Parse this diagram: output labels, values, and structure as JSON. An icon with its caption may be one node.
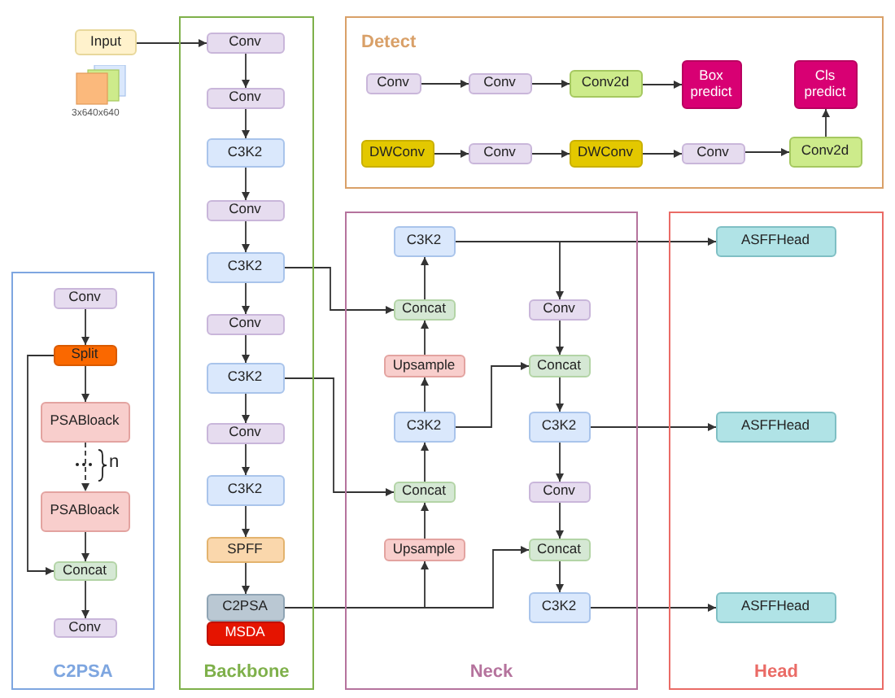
{
  "diagram": {
    "nodes": [
      {
        "text": [
          "Input"
        ]
      },
      {
        "text": [
          "Detect"
        ]
      },
      {
        "text": [
          "Conv"
        ],
        "in": 1
      },
      {
        "text": [
          "Conv"
        ],
        "in": 1
      },
      {
        "text": [
          "Conv2d"
        ],
        "in": 1
      },
      {
        "text": [
          "Box predict"
        ],
        "in": 1
      },
      {
        "text": [
          "Cls predict"
        ],
        "in": 1
      },
      {
        "text": [
          "DWConv"
        ],
        "in": 1
      },
      {
        "text": [
          "Conv"
        ],
        "in": 1
      },
      {
        "text": [
          "DWConv"
        ],
        "in": 1
      },
      {
        "text": [
          "Conv"
        ],
        "in": 1
      },
      {
        "text": [
          "Conv2d"
        ],
        "in": 1
      },
      {
        "text": [
          "Backbone"
        ]
      },
      {
        "text": [
          "Conv"
        ],
        "in": 12
      },
      {
        "text": [
          "Conv"
        ],
        "in": 12
      },
      {
        "text": [
          "C3K2"
        ],
        "in": 12
      },
      {
        "text": [
          "Conv"
        ],
        "in": 12
      },
      {
        "text": [
          "C3K2"
        ],
        "in": 12
      },
      {
        "text": [
          "Conv"
        ],
        "in": 12
      },
      {
        "text": [
          "C3K2"
        ],
        "in": 12
      },
      {
        "text": [
          "Conv"
        ],
        "in": 12
      },
      {
        "text": [
          "C3K2"
        ],
        "in": 12
      },
      {
        "text": [
          "SPFF"
        ],
        "in": 12
      },
      {
        "text": [
          "C2PSA"
        ],
        "in": 12
      },
      {
        "text": [
          "MSDA"
        ],
        "in": 12
      },
      {
        "text": [
          "C2PSA"
        ]
      },
      {
        "text": [
          "Conv"
        ],
        "in": 25
      },
      {
        "text": [
          "Split"
        ],
        "in": 25
      },
      {
        "text": [
          "PSABloack"
        ],
        "in": 25
      },
      {
        "text": [
          "PSABloack"
        ],
        "in": 25
      },
      {
        "text": [
          "Concat"
        ],
        "in": 25
      },
      {
        "text": [
          "Conv"
        ],
        "in": 25
      },
      {
        "text": [
          "Neck"
        ]
      },
      {
        "text": [
          "C3K2"
        ],
        "in": 32
      },
      {
        "text": [
          "Concat"
        ],
        "in": 32
      },
      {
        "text": [
          "Conv"
        ],
        "in": 32
      },
      {
        "text": [
          "Upsample"
        ],
        "in": 32
      },
      {
        "text": [
          "Concat"
        ],
        "in": 32
      },
      {
        "text": [
          "C3K2"
        ],
        "in": 32
      },
      {
        "text": [
          "C3K2"
        ],
        "in": 32
      },
      {
        "text": [
          "Concat"
        ],
        "in": 32
      },
      {
        "text": [
          "Conv"
        ],
        "in": 32
      },
      {
        "text": [
          "Upsample"
        ],
        "in": 32
      },
      {
        "text": [
          "Concat"
        ],
        "in": 32
      },
      {
        "text": [
          "C3K2"
        ],
        "in": 32
      },
      {
        "text": [
          "Head"
        ]
      },
      {
        "text": [
          "ASFFHead"
        ],
        "in": 45
      },
      {
        "text": [
          "ASFFHead"
        ],
        "in": 45
      },
      {
        "text": [
          "ASFFHead"
        ],
        "in": 45
      }
    ],
    "edges": [
      {
        "from": 0,
        "to": 13,
        "arrow": "to"
      },
      {
        "from": 13,
        "to": 14,
        "arrow": "to"
      },
      {
        "from": 14,
        "to": 15,
        "arrow": "to"
      },
      {
        "from": 15,
        "to": 16,
        "arrow": "to"
      },
      {
        "from": 16,
        "to": 17,
        "arrow": "to"
      },
      {
        "from": 17,
        "to": 18,
        "arrow": "to"
      },
      {
        "from": 18,
        "to": 19,
        "arrow": "to"
      },
      {
        "from": 19,
        "to": 20,
        "arrow": "to"
      },
      {
        "from": 20,
        "to": 21,
        "arrow": "to"
      },
      {
        "from": 21,
        "to": 22,
        "arrow": "to"
      },
      {
        "from": 22,
        "to": 23,
        "arrow": "to"
      },
      {
        "from": 17,
        "to": 34,
        "arrow": "to"
      },
      {
        "from": 19,
        "to": 40,
        "arrow": "to"
      },
      {
        "from": 23,
        "to": 42,
        "arrow": "to"
      },
      {
        "from": 23,
        "to": 43,
        "arrow": "to"
      },
      {
        "from": 42,
        "to": 40,
        "arrow": "to"
      },
      {
        "from": 40,
        "to": 38,
        "arrow": "to"
      },
      {
        "from": 38,
        "to": 36,
        "arrow": "to"
      },
      {
        "from": 36,
        "to": 34,
        "arrow": "to"
      },
      {
        "from": 34,
        "to": 33,
        "arrow": "to"
      },
      {
        "from": 33,
        "to": 46,
        "arrow": "to"
      },
      {
        "from": 33,
        "to": 35,
        "arrow": "to"
      },
      {
        "from": 35,
        "to": 37,
        "arrow": "to"
      },
      {
        "from": 38,
        "to": 37,
        "arrow": "to"
      },
      {
        "from": 37,
        "to": 39,
        "arrow": "to"
      },
      {
        "from": 39,
        "to": 47,
        "arrow": "to"
      },
      {
        "from": 39,
        "to": 41,
        "arrow": "to"
      },
      {
        "from": 41,
        "to": 43,
        "arrow": "to"
      },
      {
        "from": 43,
        "to": 44,
        "arrow": "to"
      },
      {
        "from": 44,
        "to": 48,
        "arrow": "to"
      },
      {
        "from": 2,
        "to": 3,
        "arrow": "to"
      },
      {
        "from": 3,
        "to": 4,
        "arrow": "to"
      },
      {
        "from": 4,
        "to": 5,
        "arrow": "to"
      },
      {
        "from": 7,
        "to": 8,
        "arrow": "to"
      },
      {
        "from": 8,
        "to": 9,
        "arrow": "to"
      },
      {
        "from": 9,
        "to": 10,
        "arrow": "to"
      },
      {
        "from": 10,
        "to": 11,
        "arrow": "to"
      },
      {
        "from": 11,
        "to": 6,
        "arrow": "to"
      },
      {
        "from": 26,
        "to": 27,
        "arrow": "to"
      },
      {
        "from": 27,
        "to": 28,
        "arrow": "to"
      },
      {
        "from": 28,
        "to": 29,
        "arrow": "to",
        "style": "dashed"
      },
      {
        "from": 29,
        "to": 30,
        "arrow": "to"
      },
      {
        "from": 30,
        "to": 31,
        "arrow": "to"
      },
      {
        "from": 27,
        "to": 30,
        "arrow": "to"
      }
    ],
    "labels": [
      "3x640x640",
      "n"
    ]
  }
}
